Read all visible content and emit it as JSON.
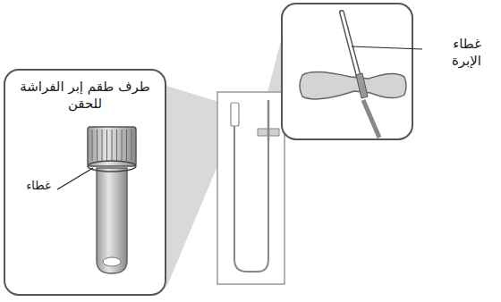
{
  "diagram": {
    "labels": [
      "غطاء الإبرة",
      "طرف طقم إبر الفراشة للحقن",
      "غطاء"
    ]
  }
}
